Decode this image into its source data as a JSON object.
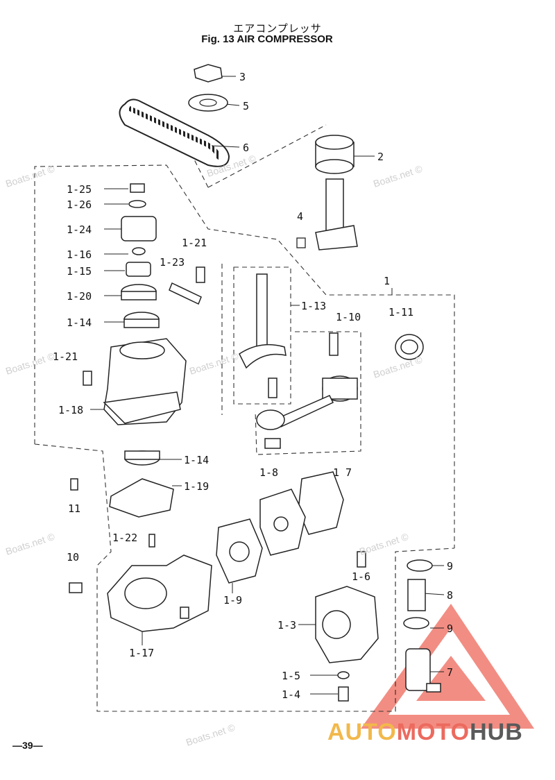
{
  "header": {
    "title_jp": "エアコンプレッサ",
    "title_en": "Fig. 13   AIR COMPRESSOR"
  },
  "labels": {
    "l3": "3",
    "l5": "5",
    "l6": "6",
    "l2": "2",
    "l4": "4",
    "l1": "1",
    "l1_25": "1-25",
    "l1_26": "1-26",
    "l1_24": "1-24",
    "l1_16": "1-16",
    "l1_15": "1-15",
    "l1_21a": "1-21",
    "l1_23": "1-23",
    "l1_20": "1-20",
    "l1_13": "1-13",
    "l1_14a": "1-14",
    "l1_10": "1-10",
    "l1_11": "1-11",
    "l1_21b": "1-21",
    "l1_18": "1-18",
    "l1_14b": "1-14",
    "l1_19": "1-19",
    "l11": "11",
    "l1_8": "1-8",
    "l1_7": "1 7",
    "l1_22": "1-22",
    "l10": "10",
    "l1_9": "1-9",
    "l1_6": "1-6",
    "l9a": "9",
    "l8": "8",
    "l1_3": "1-3",
    "l9b": "9",
    "l7": "7",
    "l1_17": "1-17",
    "l1_5": "1-5",
    "l1_4": "1-4"
  },
  "watermarks": {
    "w1": "Boats.net ©",
    "w2": "Boats.net ©",
    "w3": "Boats.net ©",
    "w4": "Boats.net ©",
    "w5": "Boats.net ©",
    "w6": "Boats.net ©",
    "w7": "Boats.net ©",
    "w8": "Boats.net ©",
    "w9": "Boats.net ©"
  },
  "footer": {
    "page_number": "—39—"
  },
  "logo": {
    "part1": "AUTO",
    "part2": "MOTO",
    "part3": "HUB"
  },
  "colors": {
    "logo_yellow": "#f2b84b",
    "logo_red": "#ec6a5e",
    "logo_gray": "#5a5a5a",
    "watermark": "#cfcfcf"
  }
}
